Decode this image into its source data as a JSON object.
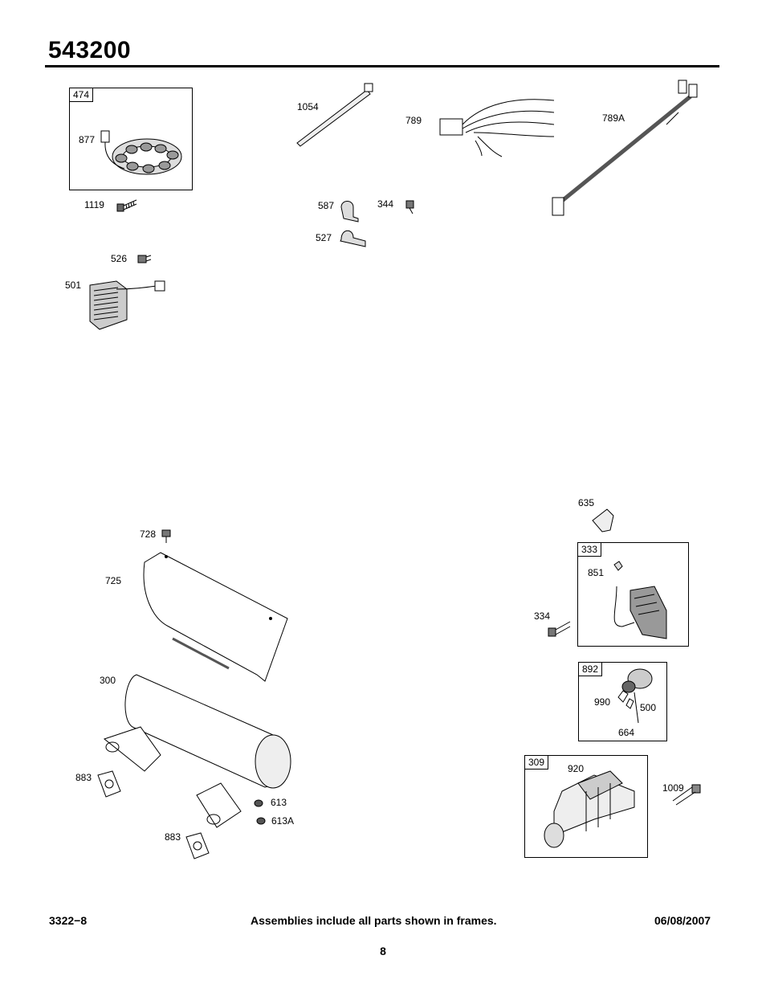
{
  "header": {
    "model_number": "543200"
  },
  "frames": {
    "f474": "474",
    "f333": "333",
    "f892": "892",
    "f309": "309"
  },
  "parts": {
    "p877": "877",
    "p1119": "1119",
    "p526": "526",
    "p501": "501",
    "p1054": "1054",
    "p789": "789",
    "p789A": "789A",
    "p587": "587",
    "p344": "344",
    "p527": "527",
    "p635": "635",
    "p851": "851",
    "p334": "334",
    "p990": "990",
    "p500": "500",
    "p664": "664",
    "p920": "920",
    "p1009": "1009",
    "p728": "728",
    "p725": "725",
    "p300": "300",
    "p883a": "883",
    "p883b": "883",
    "p613": "613",
    "p613A": "613A"
  },
  "footer": {
    "code": "3322−8",
    "note": "Assemblies include all parts shown in frames.",
    "date": "06/08/2007",
    "page": "8"
  }
}
